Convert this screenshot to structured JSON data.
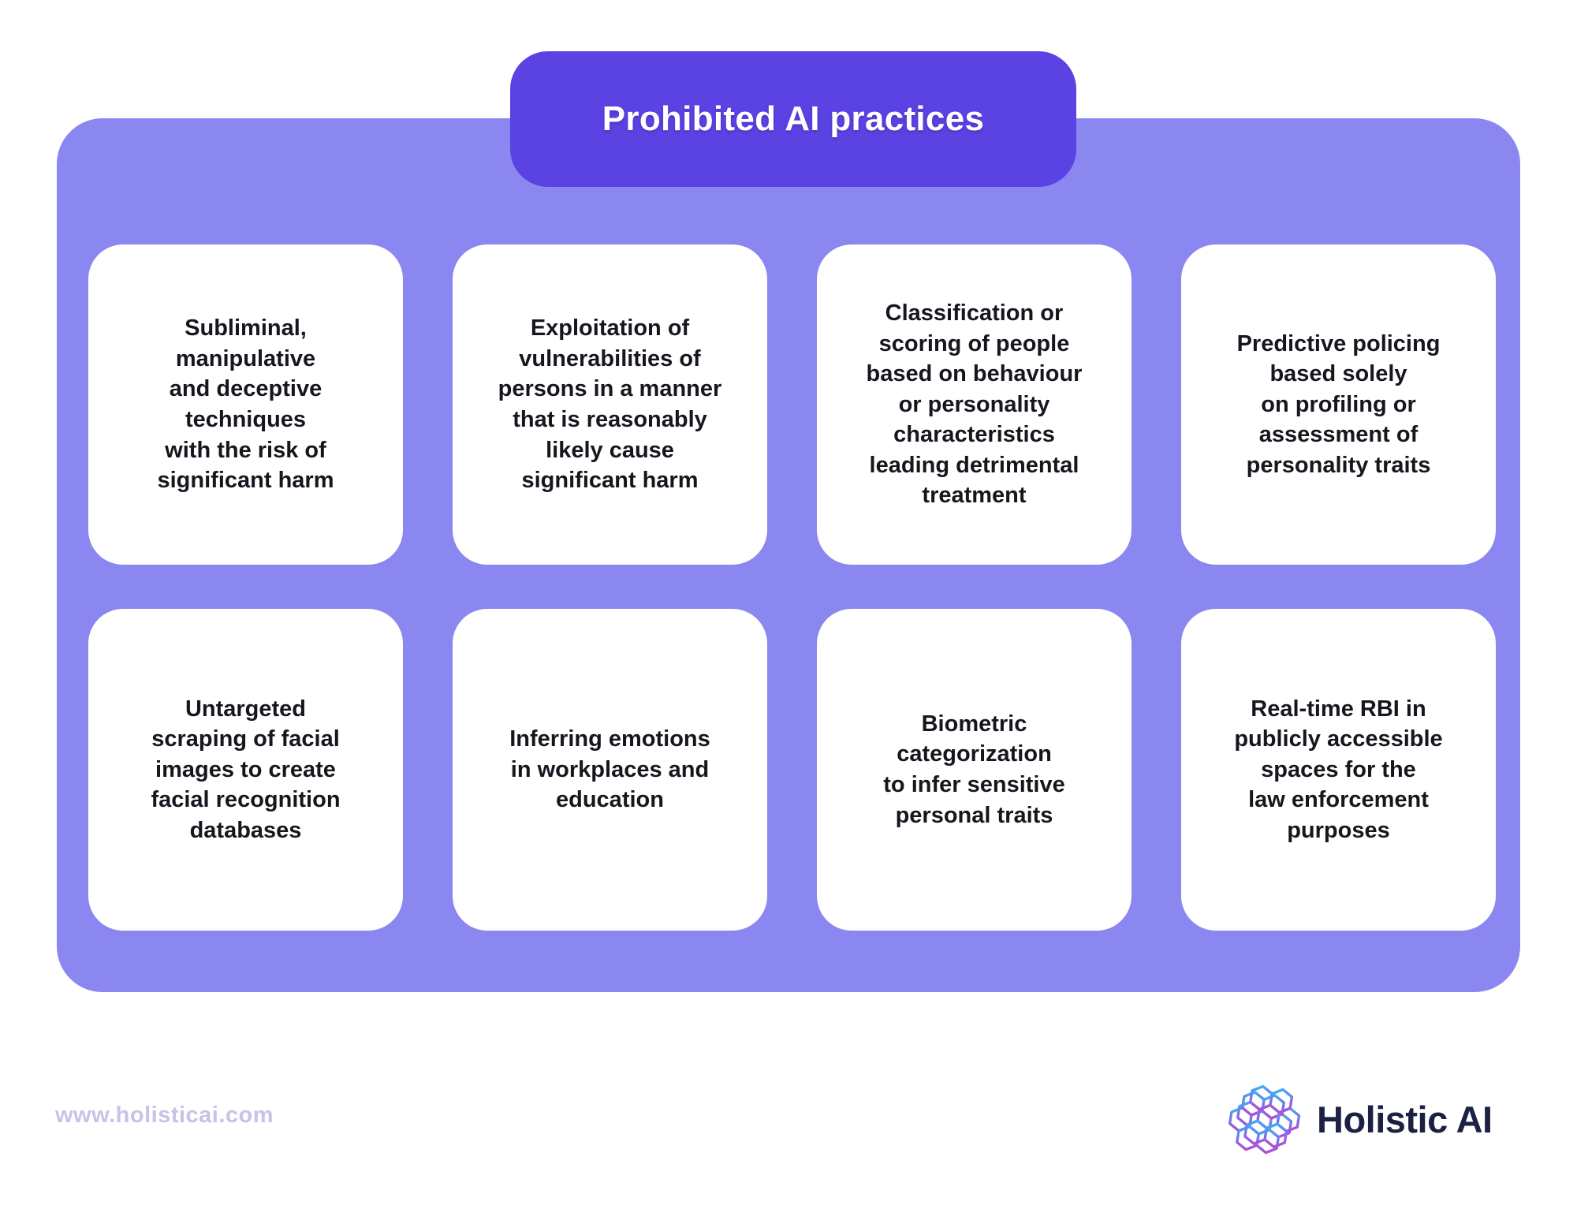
{
  "title": "Prohibited AI practices",
  "cards": [
    {
      "text": "Subliminal,\nmanipulative\nand deceptive\ntechniques\nwith the risk of\nsignificant harm"
    },
    {
      "text": "Exploitation of\nvulnerabilities of\npersons in a manner\nthat is reasonably\nlikely cause\nsignificant harm"
    },
    {
      "text": "Classification or\nscoring of people\nbased on behaviour\nor personality\ncharacteristics\nleading detrimental\ntreatment"
    },
    {
      "text": "Predictive policing\nbased solely\non profiling or\nassessment of\npersonality traits"
    },
    {
      "text": "Untargeted\nscraping of facial\nimages to create\nfacial recognition\ndatabases"
    },
    {
      "text": "Inferring emotions\nin workplaces and\neducation"
    },
    {
      "text": "Biometric\ncategorization\nto infer sensitive\npersonal traits"
    },
    {
      "text": "Real-time RBI in\npublicly accessible\nspaces for the\nlaw enforcement\npurposes"
    }
  ],
  "footer": {
    "url": "www.holisticai.com",
    "brand": "Holistic AI"
  },
  "colors": {
    "panel": "#8B87F0",
    "title_pill": "#5A42E3",
    "card_background": "#FFFFFF",
    "card_text": "#17161E",
    "url_text": "#C5C3E7",
    "brand_text": "#1B2142",
    "logo_gradient_top": "#33B6F5",
    "logo_gradient_bottom": "#AE4FD6"
  }
}
